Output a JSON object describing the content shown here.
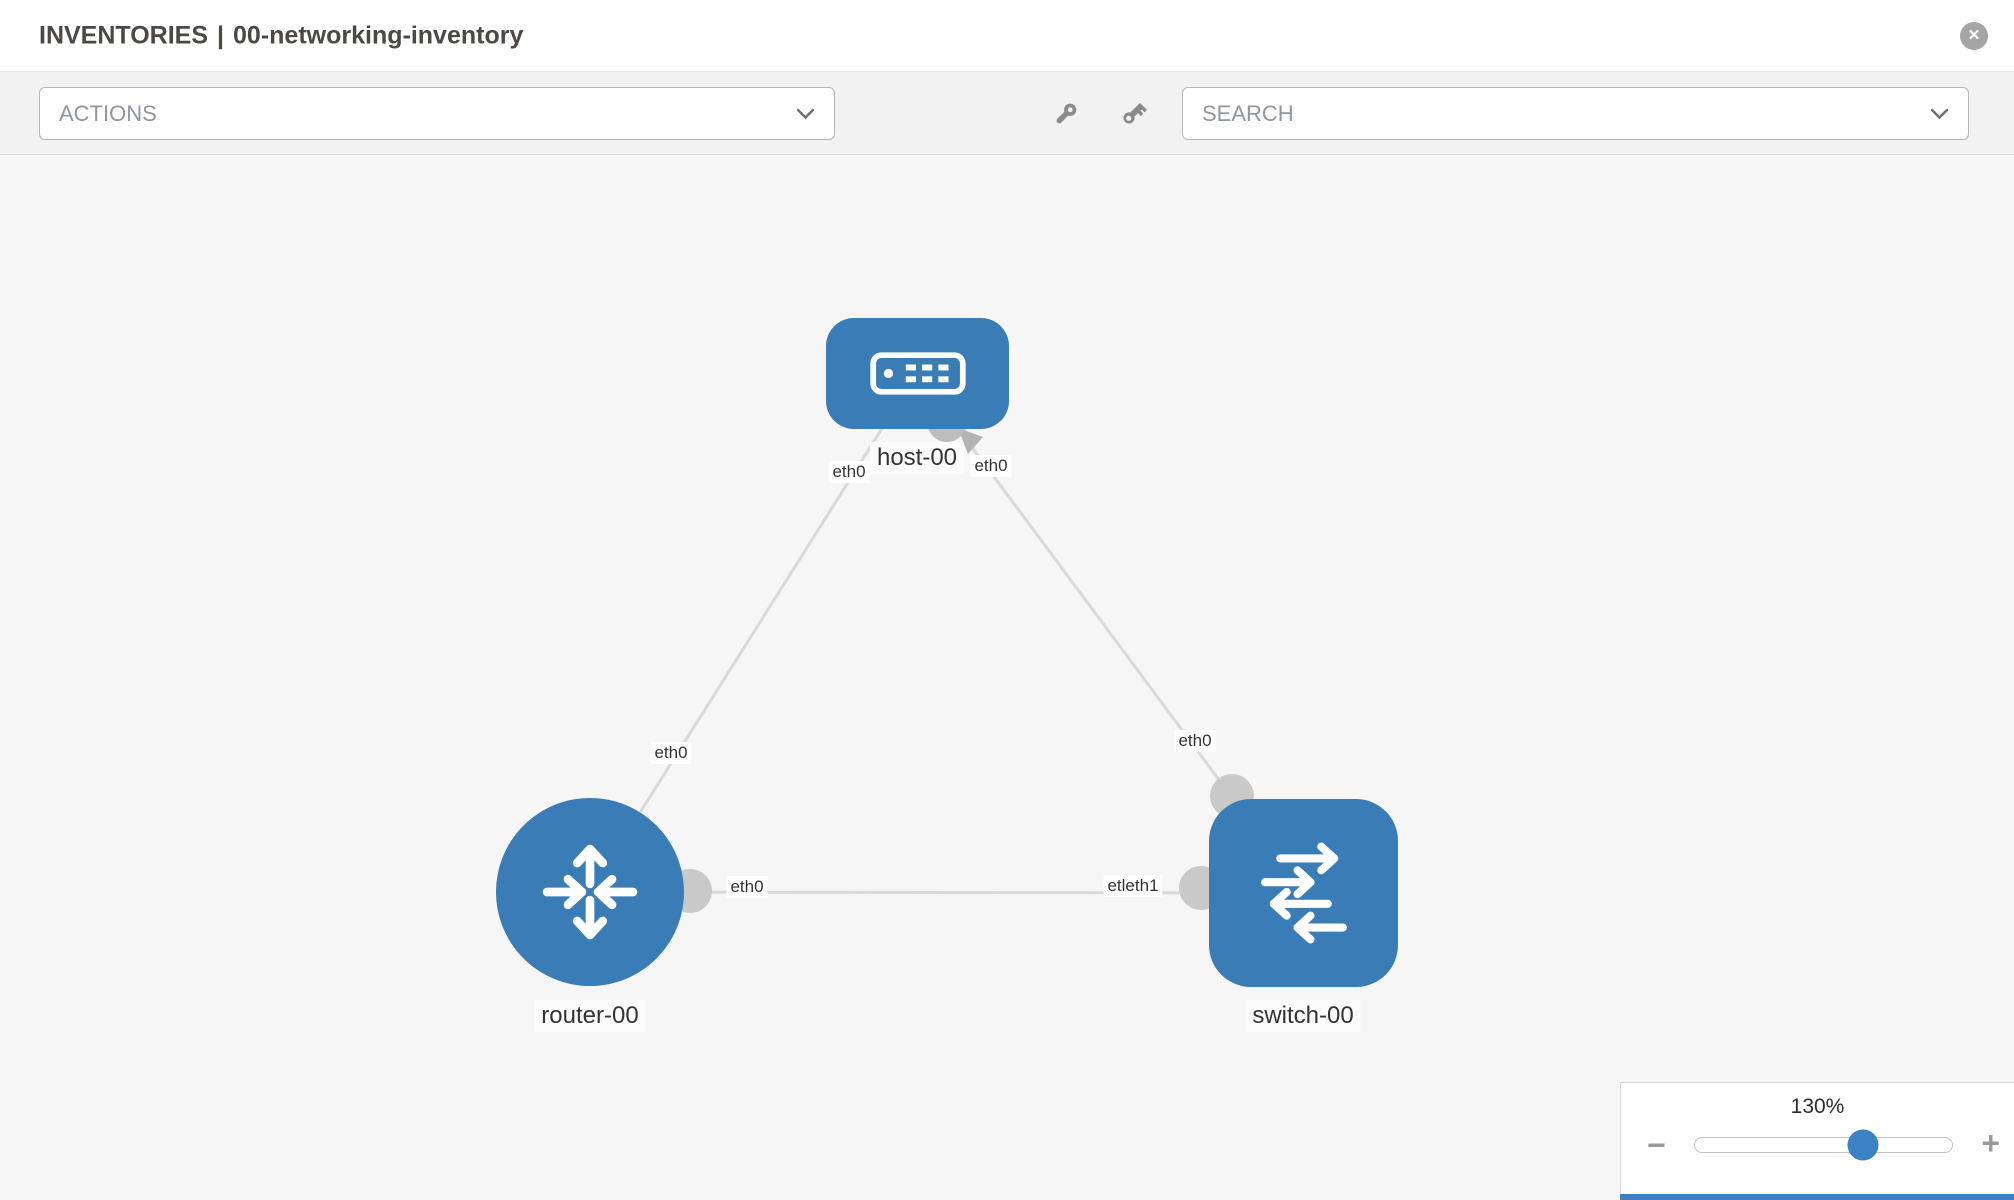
{
  "header": {
    "section": "INVENTORIES",
    "separator": "|",
    "inventory_name": "00-networking-inventory"
  },
  "icons": {
    "close": "✕",
    "minus": "−",
    "plus": "+"
  },
  "toolbar": {
    "actions_label": "ACTIONS",
    "search_placeholder": "SEARCH"
  },
  "topology": {
    "nodes": [
      {
        "label": "host-00",
        "type": "host"
      },
      {
        "label": "router-00",
        "type": "router"
      },
      {
        "label": "switch-00",
        "type": "switch"
      }
    ],
    "interface_labels": [
      {
        "link": "host-router",
        "end": "host",
        "text": "eth0"
      },
      {
        "link": "host-router",
        "end": "router",
        "text": "eth0"
      },
      {
        "link": "host-switch",
        "end": "host",
        "text": "eth0"
      },
      {
        "link": "host-switch",
        "end": "switch",
        "text": "eth0"
      },
      {
        "link": "router-switch",
        "end": "router",
        "text": "eth0"
      },
      {
        "link": "router-switch",
        "end": "switch",
        "text": "etleth1"
      }
    ]
  },
  "zoom": {
    "level": "130%"
  },
  "colors": {
    "node_blue": "#3a7cb5",
    "link_gray": "#d9d9d9",
    "accent_blue": "#3b82c4"
  }
}
